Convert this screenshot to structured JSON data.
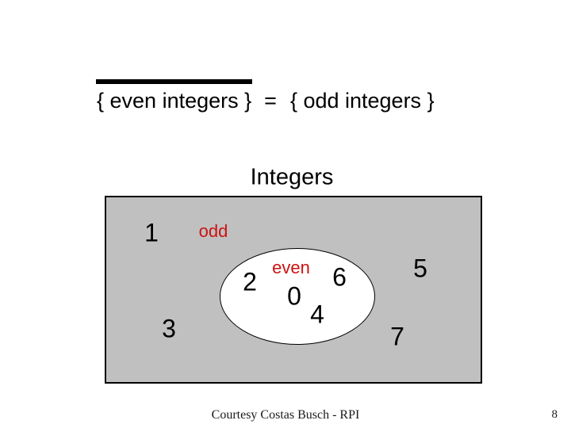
{
  "title": {
    "overlined_set": "{ even integers }",
    "equals_sign": "=",
    "right_set": "{ odd integers }"
  },
  "diagram": {
    "universe_label": "Integers",
    "odd_region_label": "odd",
    "even_region_label": "even",
    "odd_numbers": {
      "n1": "1",
      "n3": "3",
      "n5": "5",
      "n7": "7"
    },
    "even_numbers": {
      "n2": "2",
      "n0": "0",
      "n6": "6",
      "n4": "4"
    },
    "colors": {
      "universe_fill": "#c0c0c0",
      "region_label_red": "#cc1111",
      "even_ellipse_fill": "#ffffff",
      "border_black": "#000000"
    }
  },
  "footer": {
    "credit": "Courtesy Costas Busch - RPI",
    "page_number": "8"
  }
}
